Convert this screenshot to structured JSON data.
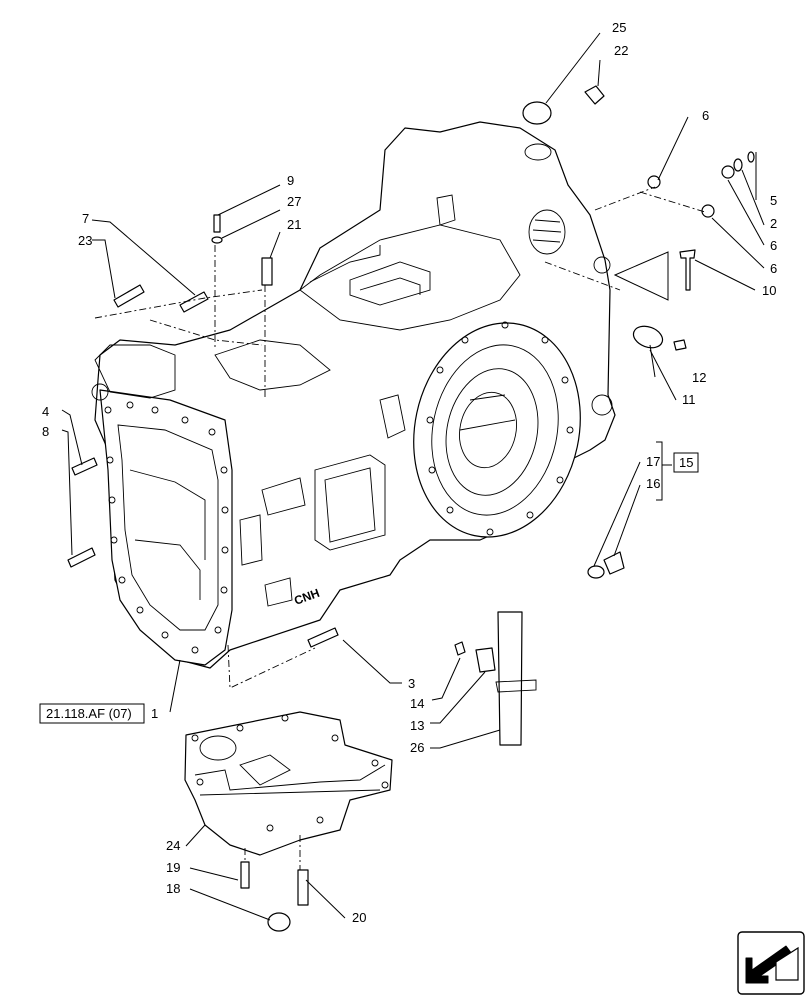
{
  "callouts": {
    "c1": "1",
    "c2": "2",
    "c3": "3",
    "c4": "4",
    "c5": "5",
    "c6a": "6",
    "c6b": "6",
    "c6c": "6",
    "c7": "7",
    "c8": "8",
    "c9": "9",
    "c10": "10",
    "c11": "11",
    "c12": "12",
    "c13": "13",
    "c14": "14",
    "c15": "15",
    "c16": "16",
    "c17": "17",
    "c18": "18",
    "c19": "19",
    "c20": "20",
    "c21": "21",
    "c22": "22",
    "c23": "23",
    "c24": "24",
    "c25": "25",
    "c26": "26",
    "c27": "27"
  },
  "reference": "21.118.AF (07)",
  "housing_logo": "CNH"
}
